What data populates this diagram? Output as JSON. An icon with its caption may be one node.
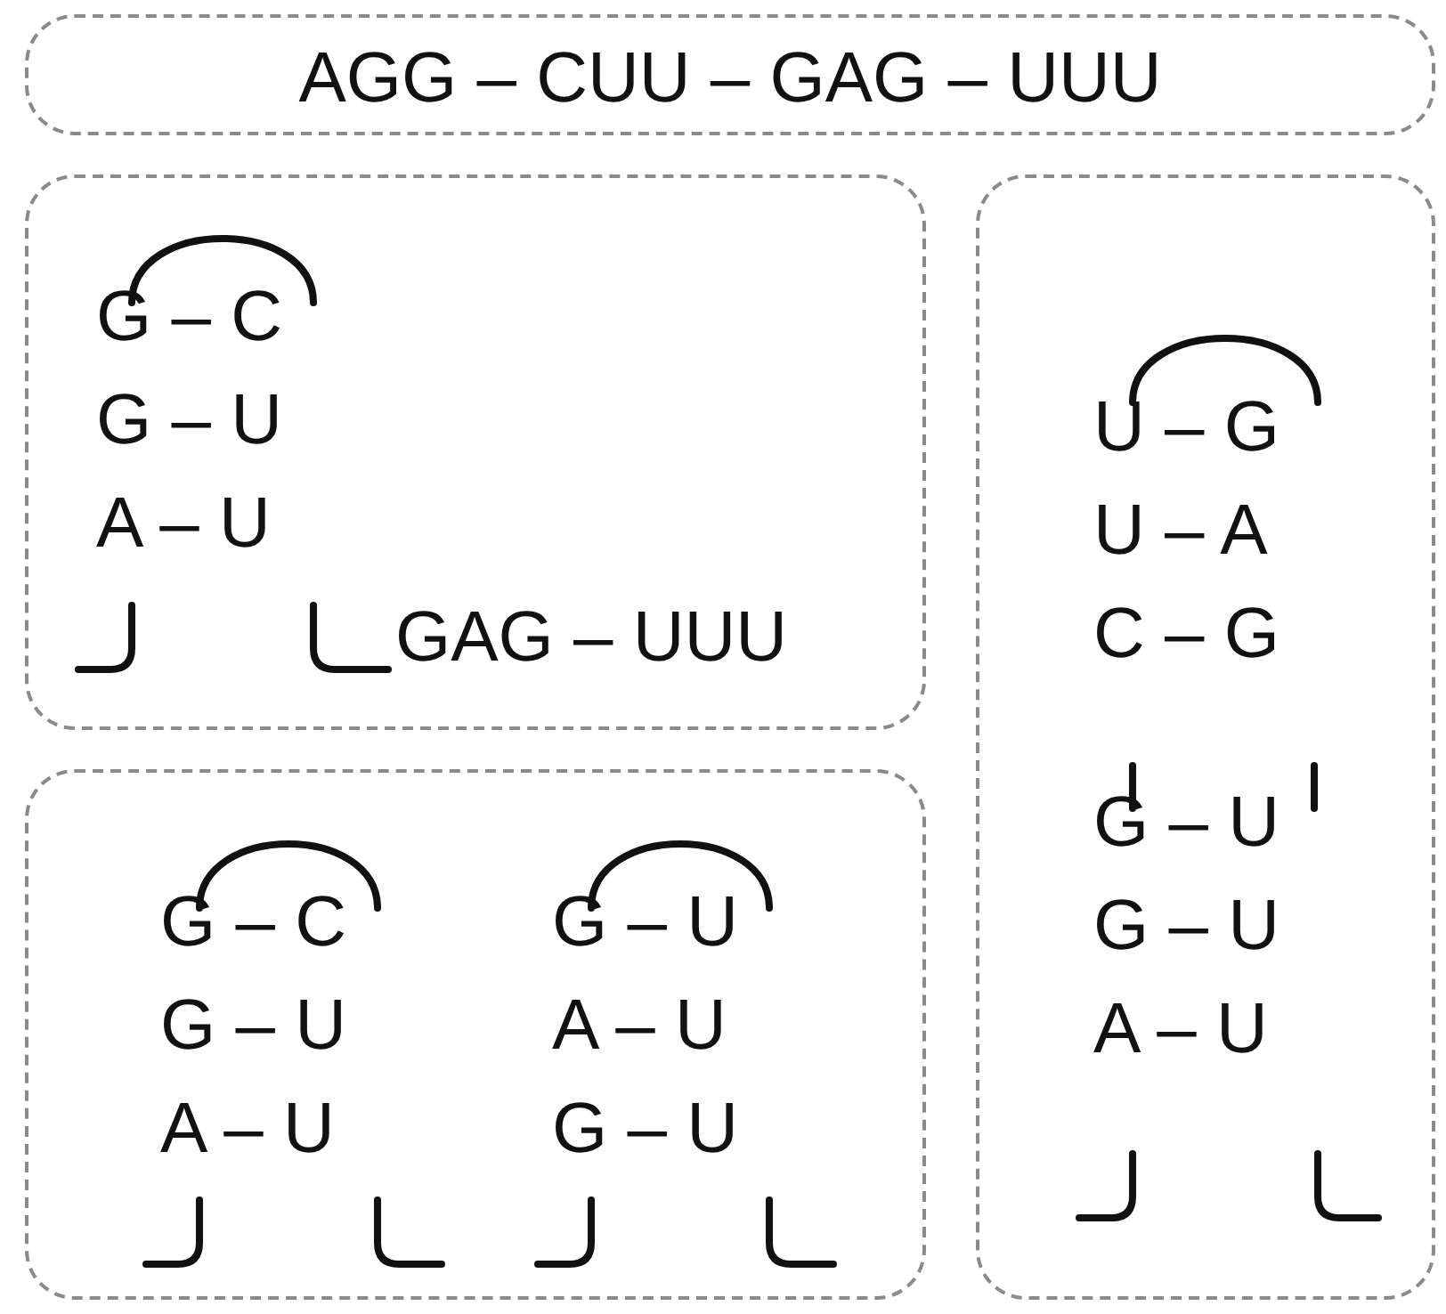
{
  "diagram": {
    "nodes": [
      {
        "text": [
          "AGG – CUU – GAG – UUU"
        ]
      },
      {
        "text": [
          "G – C",
          "G – U",
          "A – U",
          "GAG – UUU"
        ]
      },
      {
        "text": [
          "G – C",
          "G – U",
          "A – U",
          "G – U",
          "A – U",
          "G – U"
        ]
      },
      {
        "text": [
          "U – G",
          "U – A",
          "C – G",
          "G – U",
          "G – U",
          "A – U"
        ]
      }
    ]
  }
}
